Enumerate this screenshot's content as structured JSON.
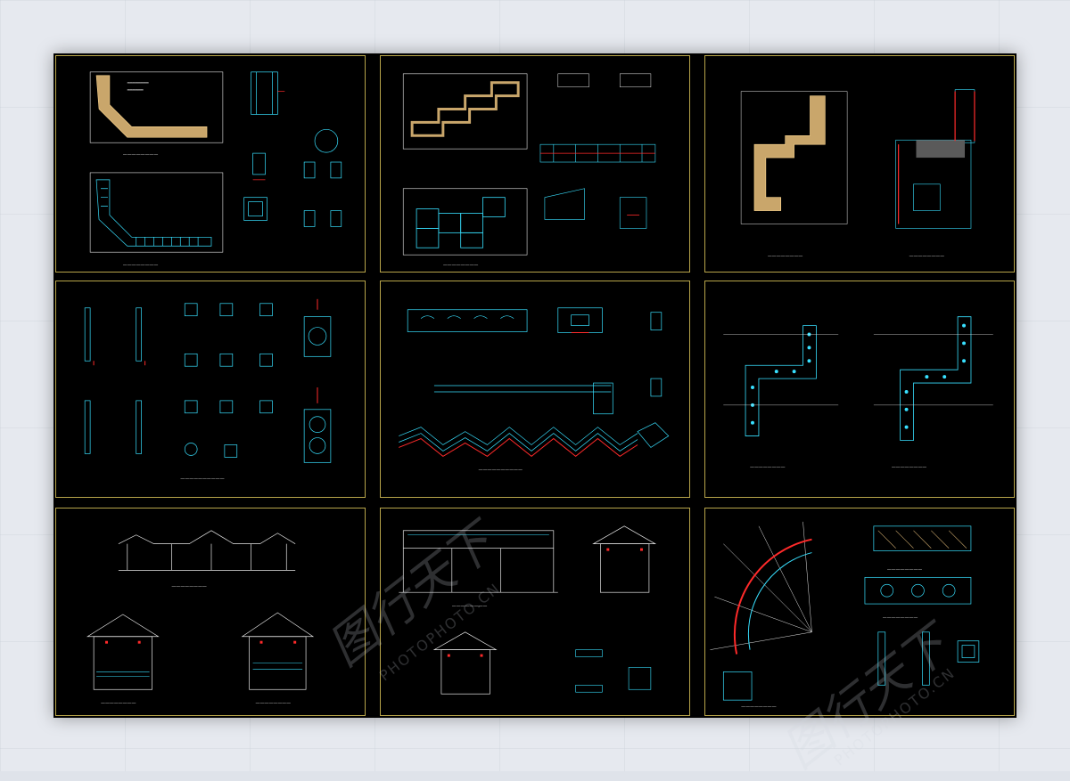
{
  "watermark": {
    "brand": "图行天下",
    "site": "PHOTOPHOTO.CN"
  },
  "colors": {
    "cyan": "#38e0ff",
    "red": "#ff2a2a",
    "tan": "#c9a66b",
    "white": "#e8e8e8",
    "frame": "#b8a54a"
  },
  "panels": [
    {
      "id": "p1",
      "icon": "angled-walkway-plan"
    },
    {
      "id": "p2",
      "icon": "stepped-deck-plan"
    },
    {
      "id": "p3",
      "icon": "l-shaped-platform-plan"
    },
    {
      "id": "p4",
      "icon": "column-footing-details"
    },
    {
      "id": "p5",
      "icon": "zigzag-bridge-elevation"
    },
    {
      "id": "p6",
      "icon": "pergola-column-layout"
    },
    {
      "id": "p7",
      "icon": "pavilion-elevations"
    },
    {
      "id": "p8",
      "icon": "corridor-elevations"
    },
    {
      "id": "p9",
      "icon": "curved-pergola-plan"
    }
  ]
}
